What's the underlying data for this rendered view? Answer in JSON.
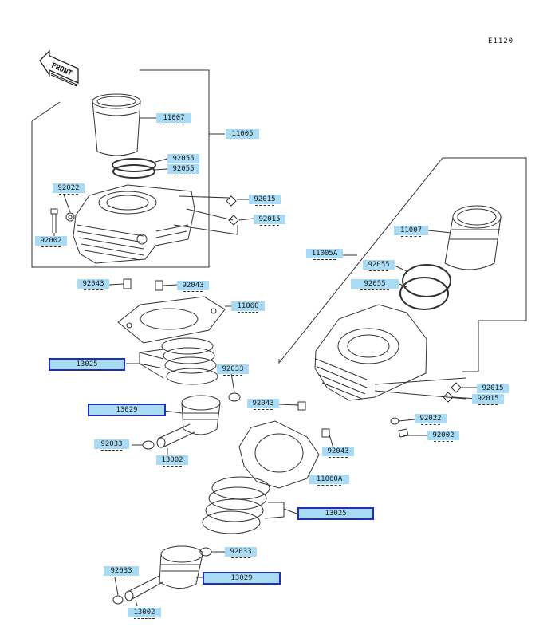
{
  "sheet_id": "E1120",
  "front_mark": "FRONT",
  "colors": {
    "label_fill": "#a9dcf4",
    "highlight": "#1f2fbf",
    "line": "#333333"
  },
  "labels": {
    "p11007_top": "11007",
    "p11005": "11005",
    "p92055_a": "92055",
    "p92055_b": "92055",
    "p92022_top": "92022",
    "p92015_top_a": "92015",
    "p92015_top_b": "92015",
    "p92002_top": "92002",
    "p92043_left": "92043",
    "p92043_right": "92043",
    "p11060": "11060",
    "p13025_top": "13025",
    "p92033_top_r": "92033",
    "p13029_top": "13029",
    "p92033_top_l": "92033",
    "p13002_top": "13002",
    "p11007_rear": "11007",
    "p11005A": "11005A",
    "p92055_rear_a": "92055",
    "p92055_rear_b": "92055",
    "p92015_rear_a": "92015",
    "p92015_rear_b": "92015",
    "p92043_rear_a": "92043",
    "p92043_rear_b": "92043",
    "p92022_rear": "92022",
    "p92002_rear": "92002",
    "p11060A": "11060A",
    "p13025_rear": "13025",
    "p92033_rear_r": "92033",
    "p13029_rear": "13029",
    "p92033_rear_l": "92033",
    "p13002_rear": "13002"
  }
}
